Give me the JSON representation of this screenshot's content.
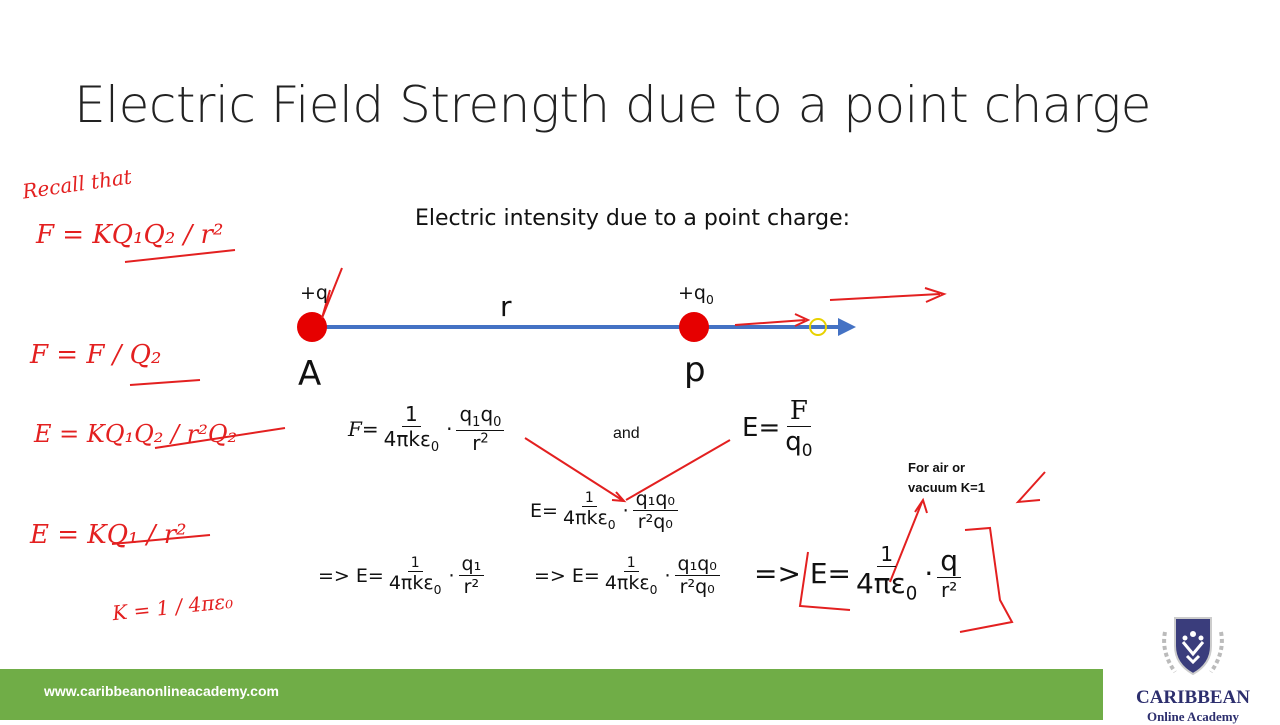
{
  "slide": {
    "title": "Electric Field Strength due to a point charge",
    "subtitle": "Electric intensity due to a point charge:",
    "diagram": {
      "charge_a_label": "+q",
      "point_a_label": "A",
      "distance_label": "r",
      "charge_p_label": "+q",
      "charge_p_sub": "0",
      "point_p_label": "p"
    },
    "eq1": {
      "lhs": "F",
      "eq": "=",
      "n1": "1",
      "d1": "4πkε",
      "d1sub": "0",
      "n2a": "q",
      "n2sub1": "1",
      "n2b": "q",
      "n2sub2": "0",
      "d2": "r",
      "d2sup": "2"
    },
    "and_label": "and",
    "eq2": {
      "lhs": "E",
      "eq": "=",
      "n": "F",
      "d": "q",
      "dsub": "0"
    },
    "eq3": {
      "lhs": "E=",
      "n1": "1",
      "d1": "4πkε",
      "d1sub": "0",
      "n2": "q₁q₀",
      "d2": "r²q₀"
    },
    "eq4": {
      "prefix": "=> E=",
      "n1": "1",
      "d1": "4πkε",
      "d1sub": "0",
      "n2": "q₁",
      "d2": "r²"
    },
    "eq5": {
      "prefix": "=> E=",
      "n1": "1",
      "d1": "4πkε",
      "d1sub": "0",
      "n2": "q₁q₀",
      "d2": "r²q₀"
    },
    "eq6": {
      "prefix": "=> E=",
      "n1": "1",
      "d1": "4πε",
      "d1sub": "0",
      "n2": "q",
      "d2": "r²"
    },
    "note": "For air or vacuum K=1"
  },
  "annotations": {
    "recall": "Recall that",
    "h1": "F = KQ₁Q₂ / r²",
    "h2": "F = F / Q₂",
    "h3": "E = KQ₁Q₂ / r²Q₂",
    "h4": "E = KQ₁ / r²",
    "h5": "K = 1 / 4πε₀"
  },
  "footer": {
    "url": "www.caribbeanonlineacademy.com"
  },
  "logo": {
    "line1": "CARIBBEAN",
    "line2": "Online Academy"
  },
  "colors": {
    "footer": "#70ad47",
    "charge": "#e60000",
    "line": "#4472c4",
    "ink": "#e32020",
    "logo": "#2d2f6e"
  }
}
